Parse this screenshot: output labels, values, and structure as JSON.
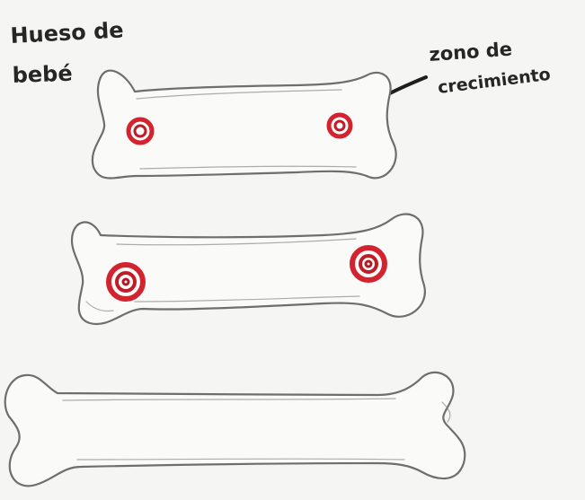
{
  "labels": {
    "title_line1": "Hueso de",
    "title_line2": "bebé",
    "zone_line1": "zono de",
    "zone_line2": "crecimiento"
  },
  "colors": {
    "ink": "#262626",
    "pencil": "#6e6e6e",
    "growth_zone": "#d3232f",
    "paper": "#f5f5f3"
  },
  "bones": [
    {
      "name": "baby-bone",
      "growth_zones": 2
    },
    {
      "name": "child-bone",
      "growth_zones": 2
    },
    {
      "name": "adult-bone",
      "growth_zones": 0
    }
  ]
}
